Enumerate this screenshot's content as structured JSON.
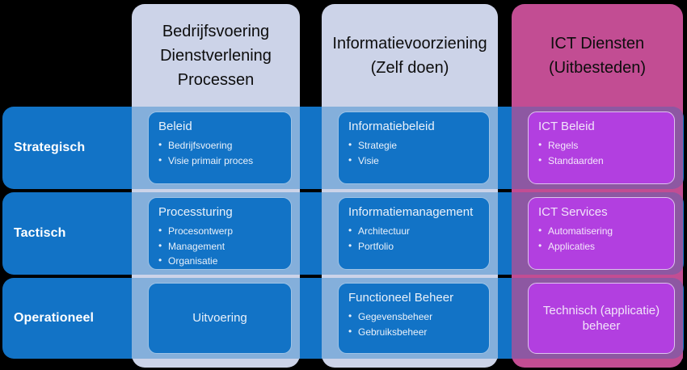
{
  "diagram": {
    "title": "Strategisch-Tactisch-Operationeel / Bedrijfsvoering-Informatievoorziening-ICT matrix",
    "colors": {
      "row_bar_blue": "#1273c6",
      "column_panel_light": "#ccd3e8",
      "column_panel_magenta": "#c24d93",
      "card_blue": "#1273c6",
      "card_purple": "#b23fe0",
      "card_blue_border": "#9dc3e6",
      "card_purple_border": "#dfc2ef",
      "background": "#000000"
    },
    "columns": [
      {
        "id": "bedrijfsvoering",
        "title_lines": [
          "Bedrijfsvoering",
          "Dienstverlening",
          "Processen"
        ]
      },
      {
        "id": "informatievoorziening",
        "title_lines": [
          "Informatievoorziening",
          "(Zelf doen)"
        ]
      },
      {
        "id": "ict-diensten",
        "title_lines": [
          "ICT Diensten",
          "(Uitbesteden)"
        ]
      }
    ],
    "rows": [
      {
        "id": "strategisch",
        "label": "Strategisch"
      },
      {
        "id": "tactisch",
        "label": "Tactisch"
      },
      {
        "id": "operationeel",
        "label": "Operationeel"
      }
    ],
    "cells": {
      "strategisch": {
        "bedrijfsvoering": {
          "title": "Beleid",
          "bullets": [
            "Bedrijfsvoering",
            "Visie primair proces"
          ],
          "style": "blue"
        },
        "informatievoorziening": {
          "title": "Informatiebeleid",
          "bullets": [
            "Strategie",
            "Visie"
          ],
          "style": "blue"
        },
        "ict_diensten": {
          "title": "ICT Beleid",
          "bullets": [
            "Regels",
            "Standaarden"
          ],
          "style": "purple"
        }
      },
      "tactisch": {
        "bedrijfsvoering": {
          "title": "Processturing",
          "bullets": [
            "Procesontwerp",
            "Management",
            "Organisatie"
          ],
          "style": "blue"
        },
        "informatievoorziening": {
          "title": "Informatiemanagement",
          "bullets": [
            "Architectuur",
            "Portfolio"
          ],
          "style": "blue"
        },
        "ict_diensten": {
          "title": "ICT Services",
          "bullets": [
            "Automatisering",
            "Applicaties"
          ],
          "style": "purple"
        }
      },
      "operationeel": {
        "bedrijfsvoering": {
          "center_text": "Uitvoering",
          "style": "blue"
        },
        "informatievoorziening": {
          "title": "Functioneel Beheer",
          "bullets": [
            "Gegevensbeheer",
            "Gebruiksbeheer"
          ],
          "style": "blue"
        },
        "ict_diensten": {
          "center_text": "Technisch (applicatie) beheer",
          "style": "purple"
        }
      }
    }
  }
}
